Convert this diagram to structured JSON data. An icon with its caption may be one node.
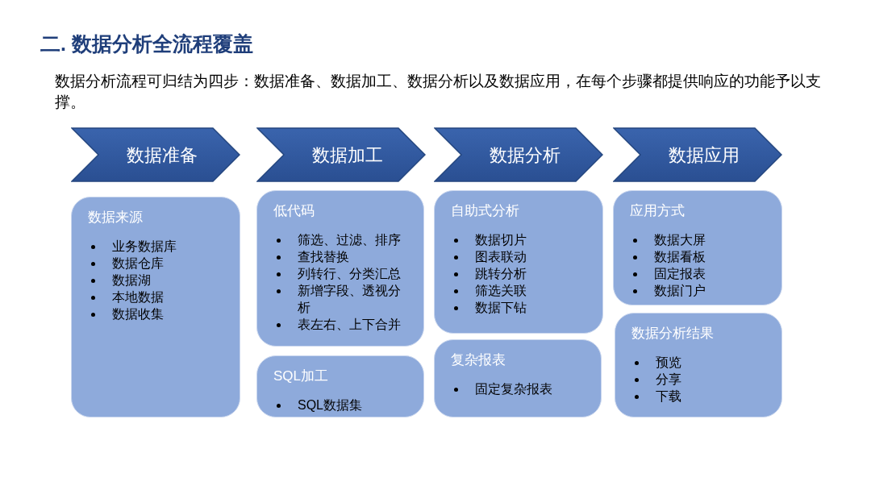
{
  "diagram": {
    "title": "二. 数据分析全流程覆盖",
    "caption": "数据分析流程可归结为四步：数据准备、数据加工、数据分析以及数据应用，在每个步骤都提供响应的功能予以支撑。",
    "nodes": [
      {
        "text": [
          "数据准备"
        ]
      },
      {
        "text": [
          "数据加工"
        ]
      },
      {
        "text": [
          "数据分析"
        ]
      },
      {
        "text": [
          "数据应用"
        ]
      },
      {
        "text": [
          "数据来源",
          "业务数据库",
          "数据仓库",
          "数据湖",
          "本地数据",
          "数据收集"
        ]
      },
      {
        "text": [
          "低代码",
          "筛选、过滤、排序",
          "查找替换",
          "列转行、分类汇总",
          "新增字段、透视分析",
          "表左右、上下合并"
        ]
      },
      {
        "text": [
          "SQL加工",
          "SQL数据集"
        ]
      },
      {
        "text": [
          "自助式分析",
          "数据切片",
          "图表联动",
          "跳转分析",
          "筛选关联",
          "数据下钻"
        ]
      },
      {
        "text": [
          "复杂报表",
          "固定复杂报表"
        ]
      },
      {
        "text": [
          "应用方式",
          "数据大屏",
          "数据看板",
          "固定报表",
          "数据门户"
        ]
      },
      {
        "text": [
          "数据分析结果",
          "预览",
          "分享",
          "下载"
        ]
      }
    ],
    "edges": []
  }
}
